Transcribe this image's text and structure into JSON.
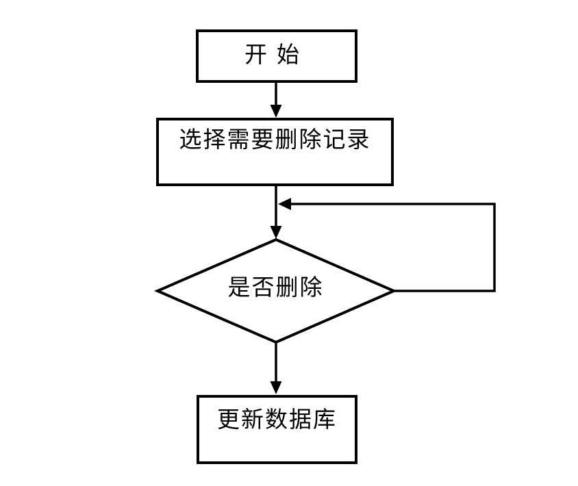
{
  "page": {
    "background_color": "#ffffff",
    "line_color": "#000000",
    "shape_fill_color": "#ffffff"
  },
  "flowchart": {
    "nodes": [
      {
        "id": "start",
        "type": "process",
        "label": "开始"
      },
      {
        "id": "select",
        "type": "process",
        "label": "选择需要删除记录"
      },
      {
        "id": "decision",
        "type": "decision",
        "label": "是否删除"
      },
      {
        "id": "update",
        "type": "process",
        "label": "更新数据库"
      }
    ],
    "edges": [
      {
        "from": "start",
        "to": "select",
        "kind": "arrow-down"
      },
      {
        "from": "select",
        "to": "decision",
        "kind": "arrow-down"
      },
      {
        "from": "decision",
        "to": "decision",
        "kind": "loop-right-back-to-input"
      },
      {
        "from": "decision",
        "to": "update",
        "kind": "arrow-down"
      }
    ]
  }
}
